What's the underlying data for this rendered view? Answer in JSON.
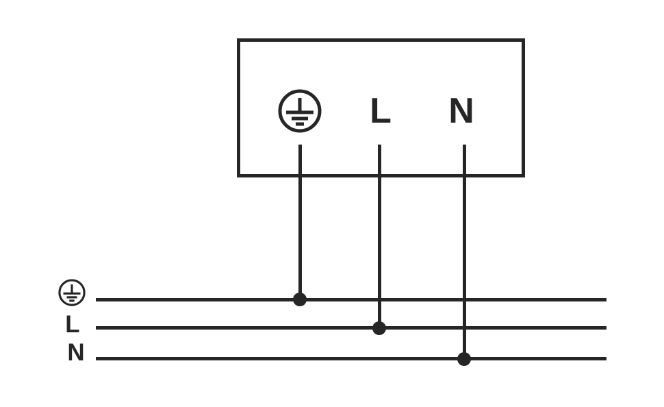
{
  "colors": {
    "stroke": "#262626",
    "background": "#ffffff"
  },
  "device_box": {
    "terminals": [
      {
        "name": "protective-earth",
        "label": "",
        "icon": "protective-earth-icon"
      },
      {
        "name": "live",
        "label": "L"
      },
      {
        "name": "neutral",
        "label": "N"
      }
    ]
  },
  "supply_bus": {
    "lines": [
      {
        "name": "protective-earth",
        "label": "",
        "icon": "protective-earth-icon"
      },
      {
        "name": "live",
        "label": "L"
      },
      {
        "name": "neutral",
        "label": "N"
      }
    ]
  }
}
